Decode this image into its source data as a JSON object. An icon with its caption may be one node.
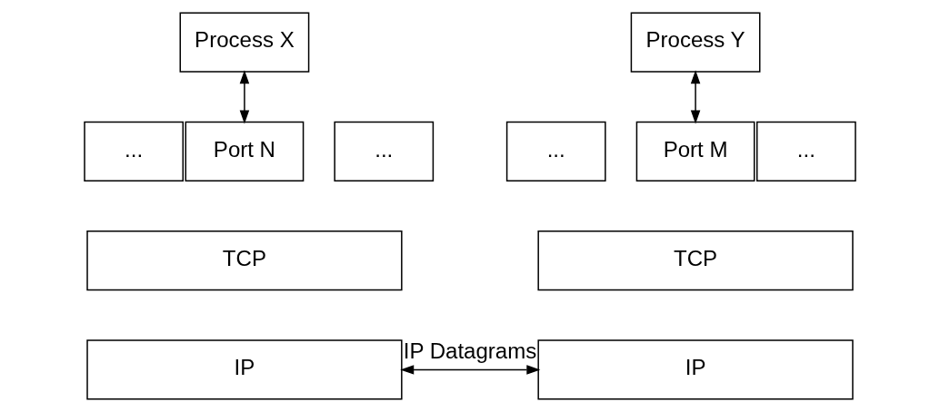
{
  "diagram": {
    "nodes": [
      {
        "text": [
          "Process X"
        ]
      },
      {
        "text": [
          "Process Y"
        ]
      },
      {
        "text": [
          "..."
        ]
      },
      {
        "text": [
          "Port N"
        ]
      },
      {
        "text": [
          "..."
        ]
      },
      {
        "text": [
          "TCP"
        ]
      },
      {
        "text": [
          "IP"
        ]
      },
      {
        "text": [
          "..."
        ]
      },
      {
        "text": [
          "Port M"
        ]
      },
      {
        "text": [
          "..."
        ]
      },
      {
        "text": [
          "TCP"
        ]
      },
      {
        "text": [
          "IP"
        ]
      }
    ],
    "edges": [
      {
        "from": 0,
        "to": 3,
        "arrow": "both"
      },
      {
        "from": 1,
        "to": 8,
        "arrow": "both"
      },
      {
        "from": 6,
        "to": 11,
        "arrow": "both",
        "label": "IP Datagrams"
      }
    ]
  }
}
